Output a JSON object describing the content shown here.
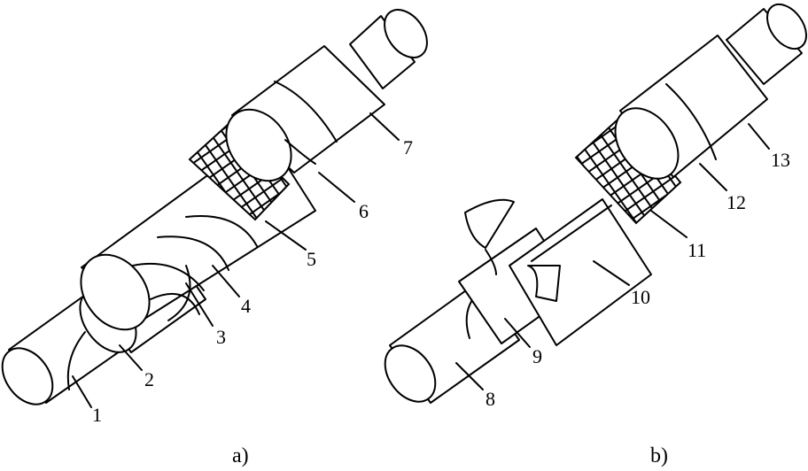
{
  "figure_a": {
    "caption": "a)",
    "labels": [
      "1",
      "2",
      "3",
      "4",
      "5",
      "6",
      "7"
    ]
  },
  "figure_b": {
    "caption": "b)",
    "labels": [
      "8",
      "9",
      "10",
      "11",
      "12",
      "13"
    ]
  }
}
